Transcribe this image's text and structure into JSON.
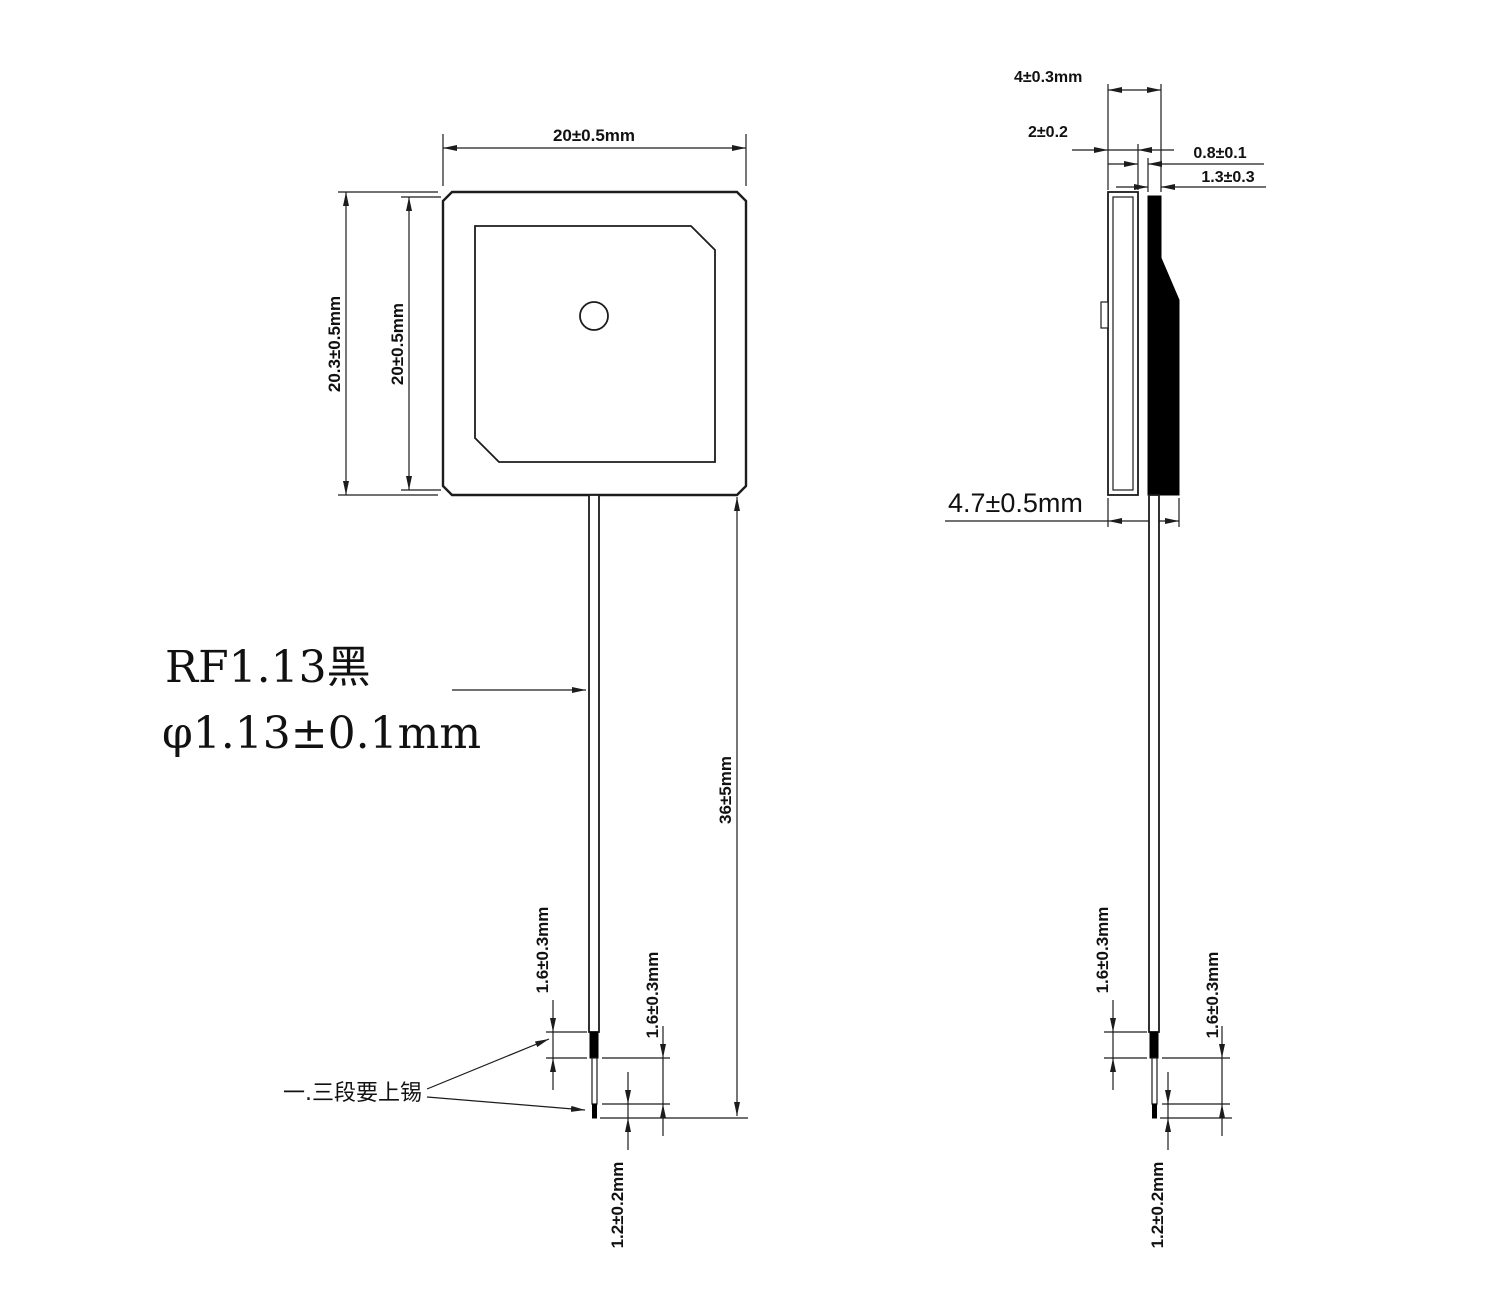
{
  "front_view": {
    "dims": {
      "width_top": "20±0.5mm",
      "height_outer": "20.3±0.5mm",
      "height_inner": "20±0.5mm",
      "cable_length": "36±5mm",
      "tin_section_1": "1.6±0.3mm",
      "tin_section_2": "1.6±0.3mm",
      "tip_length": "1.2±0.2mm"
    },
    "cable_label": {
      "line1": "RF1.13黑",
      "line2": "φ1.13±0.1mm"
    },
    "note_tinning": "一.三段要上锡"
  },
  "side_view": {
    "dims": {
      "thickness_total": "4±0.3mm",
      "thickness_pcb": "2±0.2",
      "gap": "0.8±0.1",
      "ceramic_top": "1.3±0.3",
      "width_total": "4.7±0.5mm",
      "tin_section_1": "1.6±0.3mm",
      "tin_section_2": "1.6±0.3mm",
      "tip_length": "1.2±0.2mm"
    }
  },
  "colors": {
    "line": "#1c1c1c",
    "background": "#ffffff",
    "fill_black": "#000000"
  }
}
